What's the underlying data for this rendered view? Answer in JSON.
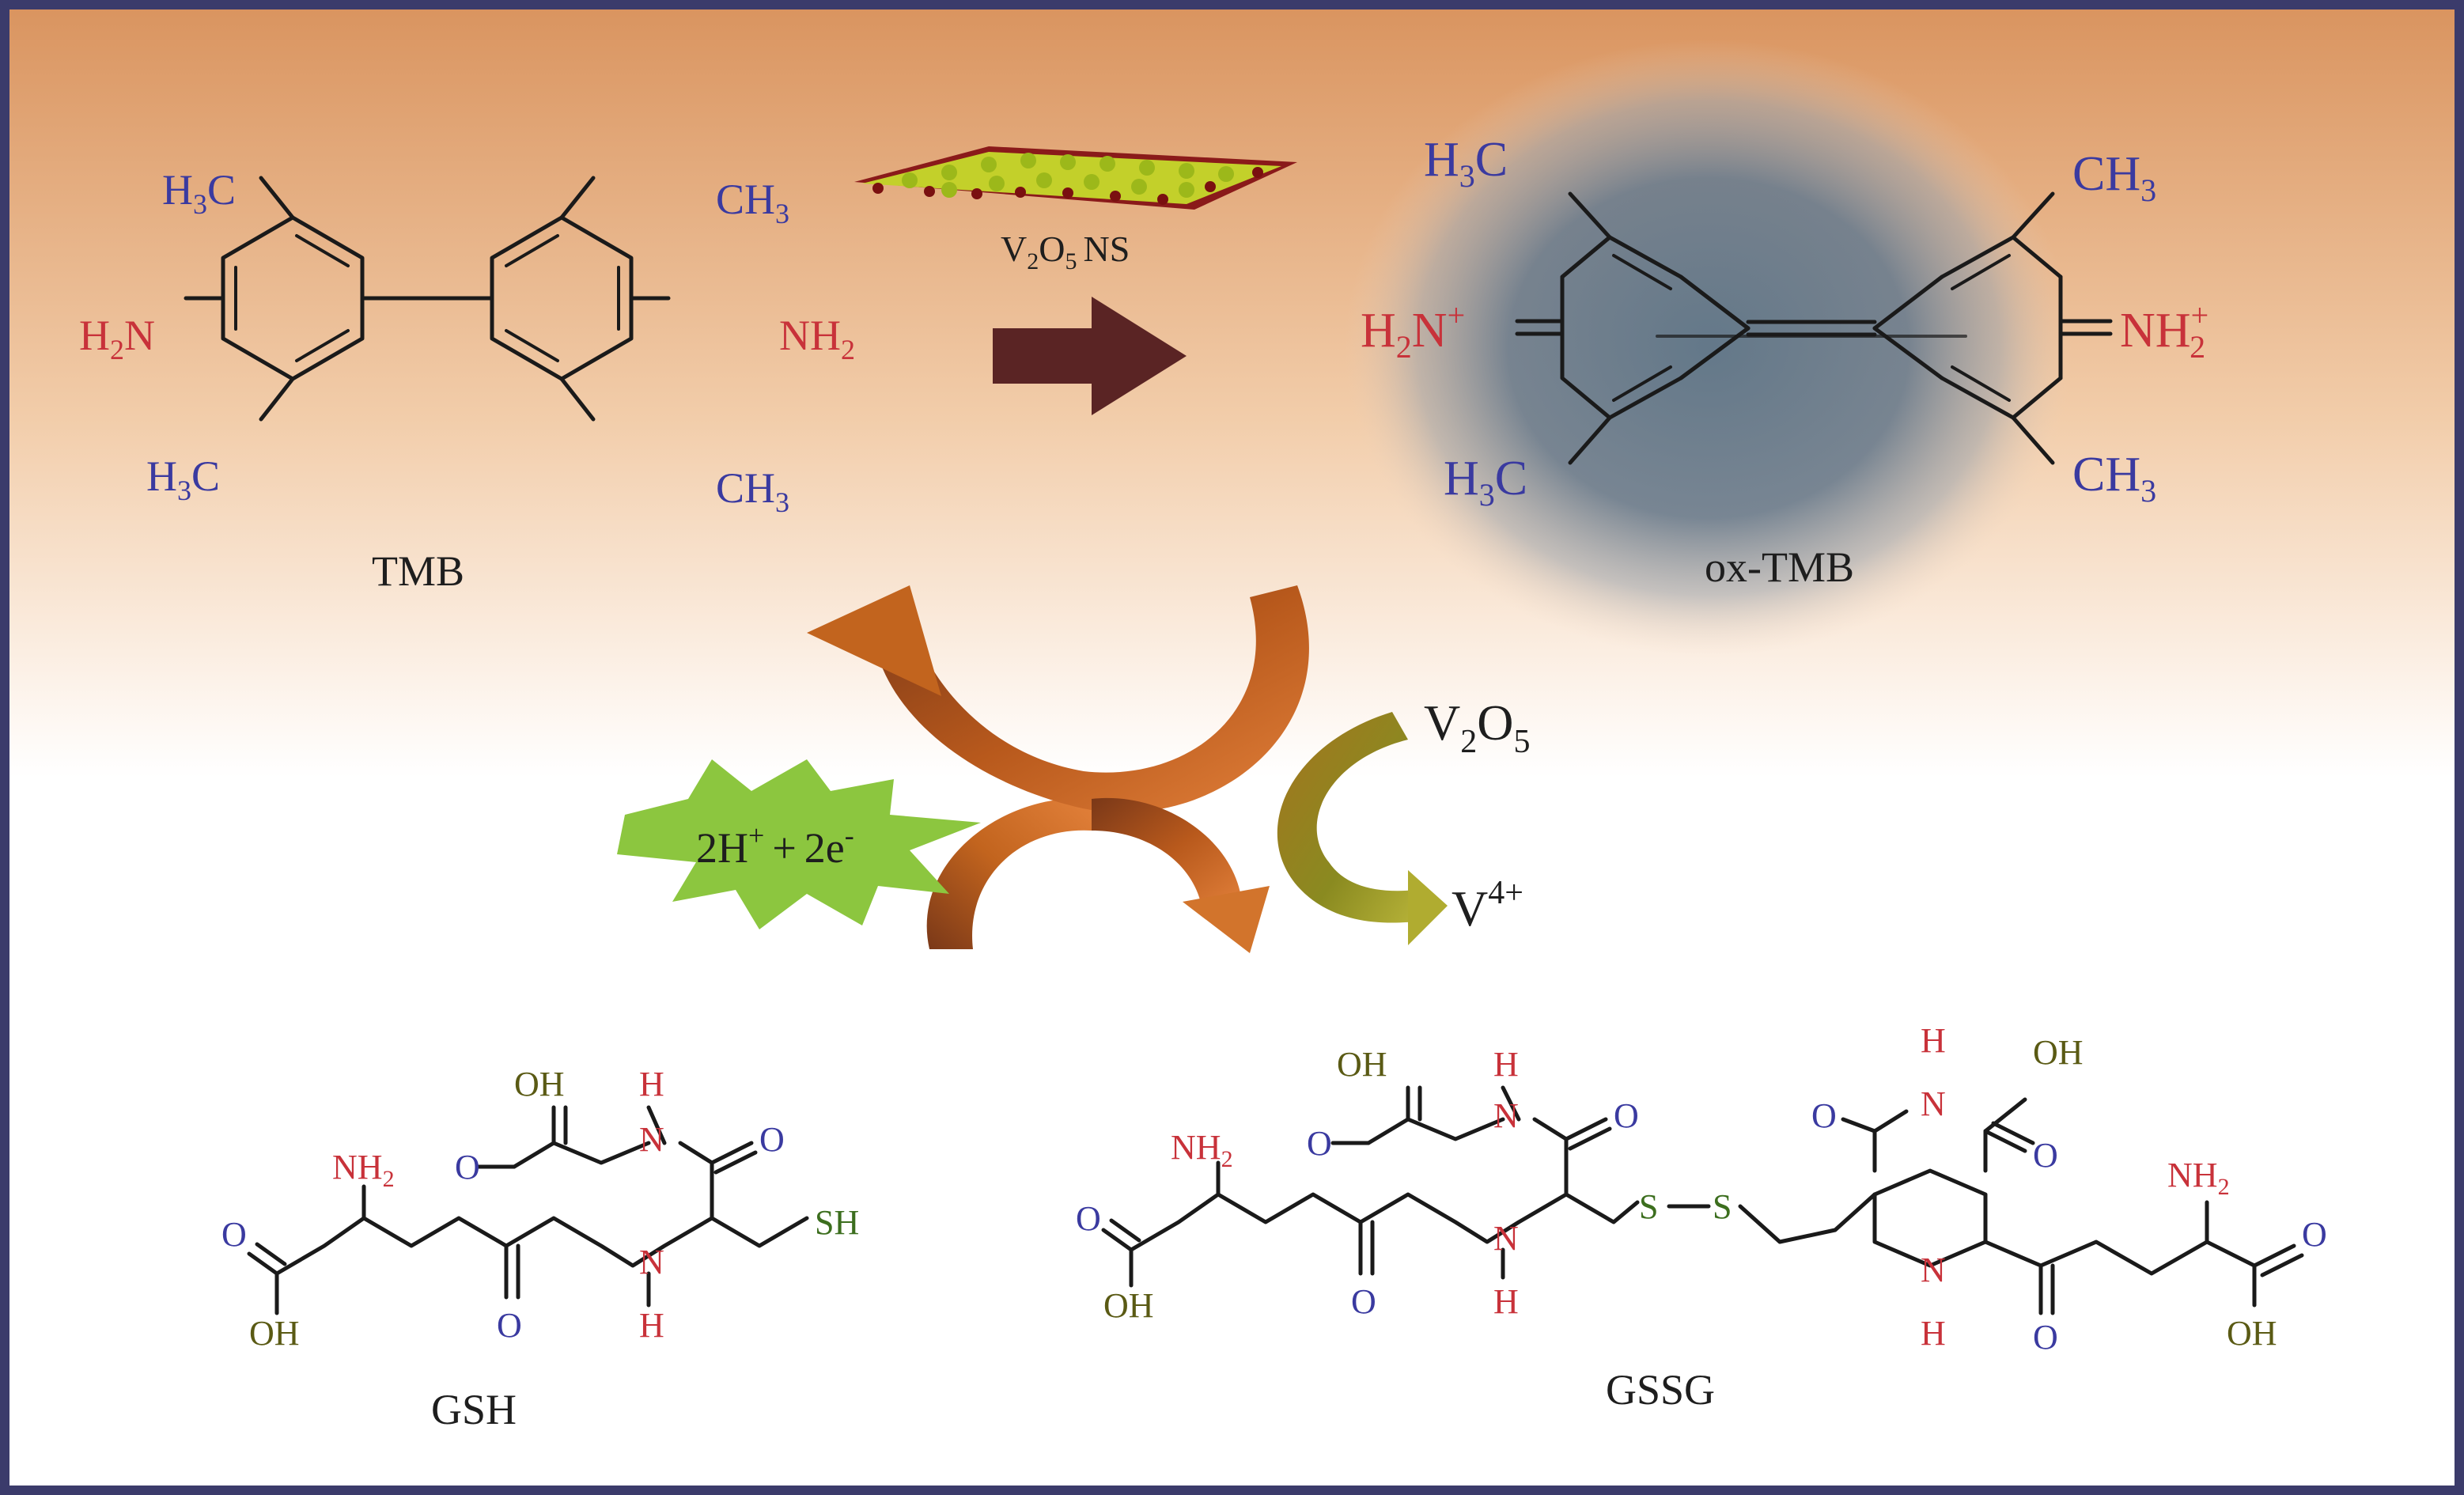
{
  "tmb": {
    "caption": "TMB",
    "h3c_top": "H",
    "h3c_bottom": "H",
    "ch3": "CH",
    "c_letter": "C",
    "sub3": "3",
    "sub2": "2",
    "h2n": "H",
    "n_letter": "N",
    "nh2": "NH"
  },
  "catalyst": {
    "v": "V",
    "o": "O",
    "sub2": "2",
    "sub5": "5",
    "ns": "NS"
  },
  "oxtmb": {
    "caption": "ox-TMB",
    "plus": "+"
  },
  "cycle": {
    "protons": "2H",
    "plus_charge": "+",
    "plus_sign": "+",
    "electrons": "2e",
    "minus_charge": "-",
    "v2o5_v": "V",
    "v2o5_o": "O",
    "v2o5_sub2": "2",
    "v2o5_sub5": "5",
    "v4_v": "V",
    "v4_charge": "4+"
  },
  "gsh": {
    "caption": "GSH",
    "oh": "OH",
    "h": "H",
    "n": "N",
    "o": "O",
    "nh": "NH",
    "sub2": "2",
    "sh": "SH"
  },
  "gssg": {
    "caption": "GSSG",
    "oh": "OH",
    "h": "H",
    "n": "N",
    "o": "O",
    "nh": "NH",
    "sub2": "2",
    "s": "S"
  },
  "colors": {
    "top_gradient": "#d9935e",
    "border": "#3b3b6b",
    "methyl_label": "#3a3aa0",
    "amine_label": "#c8323a",
    "hydroxyl_label": "#5a5a14",
    "thiol_label": "#3c6e1e",
    "reaction_arrow": "#5a2424",
    "starburst": "#8cc63f"
  }
}
